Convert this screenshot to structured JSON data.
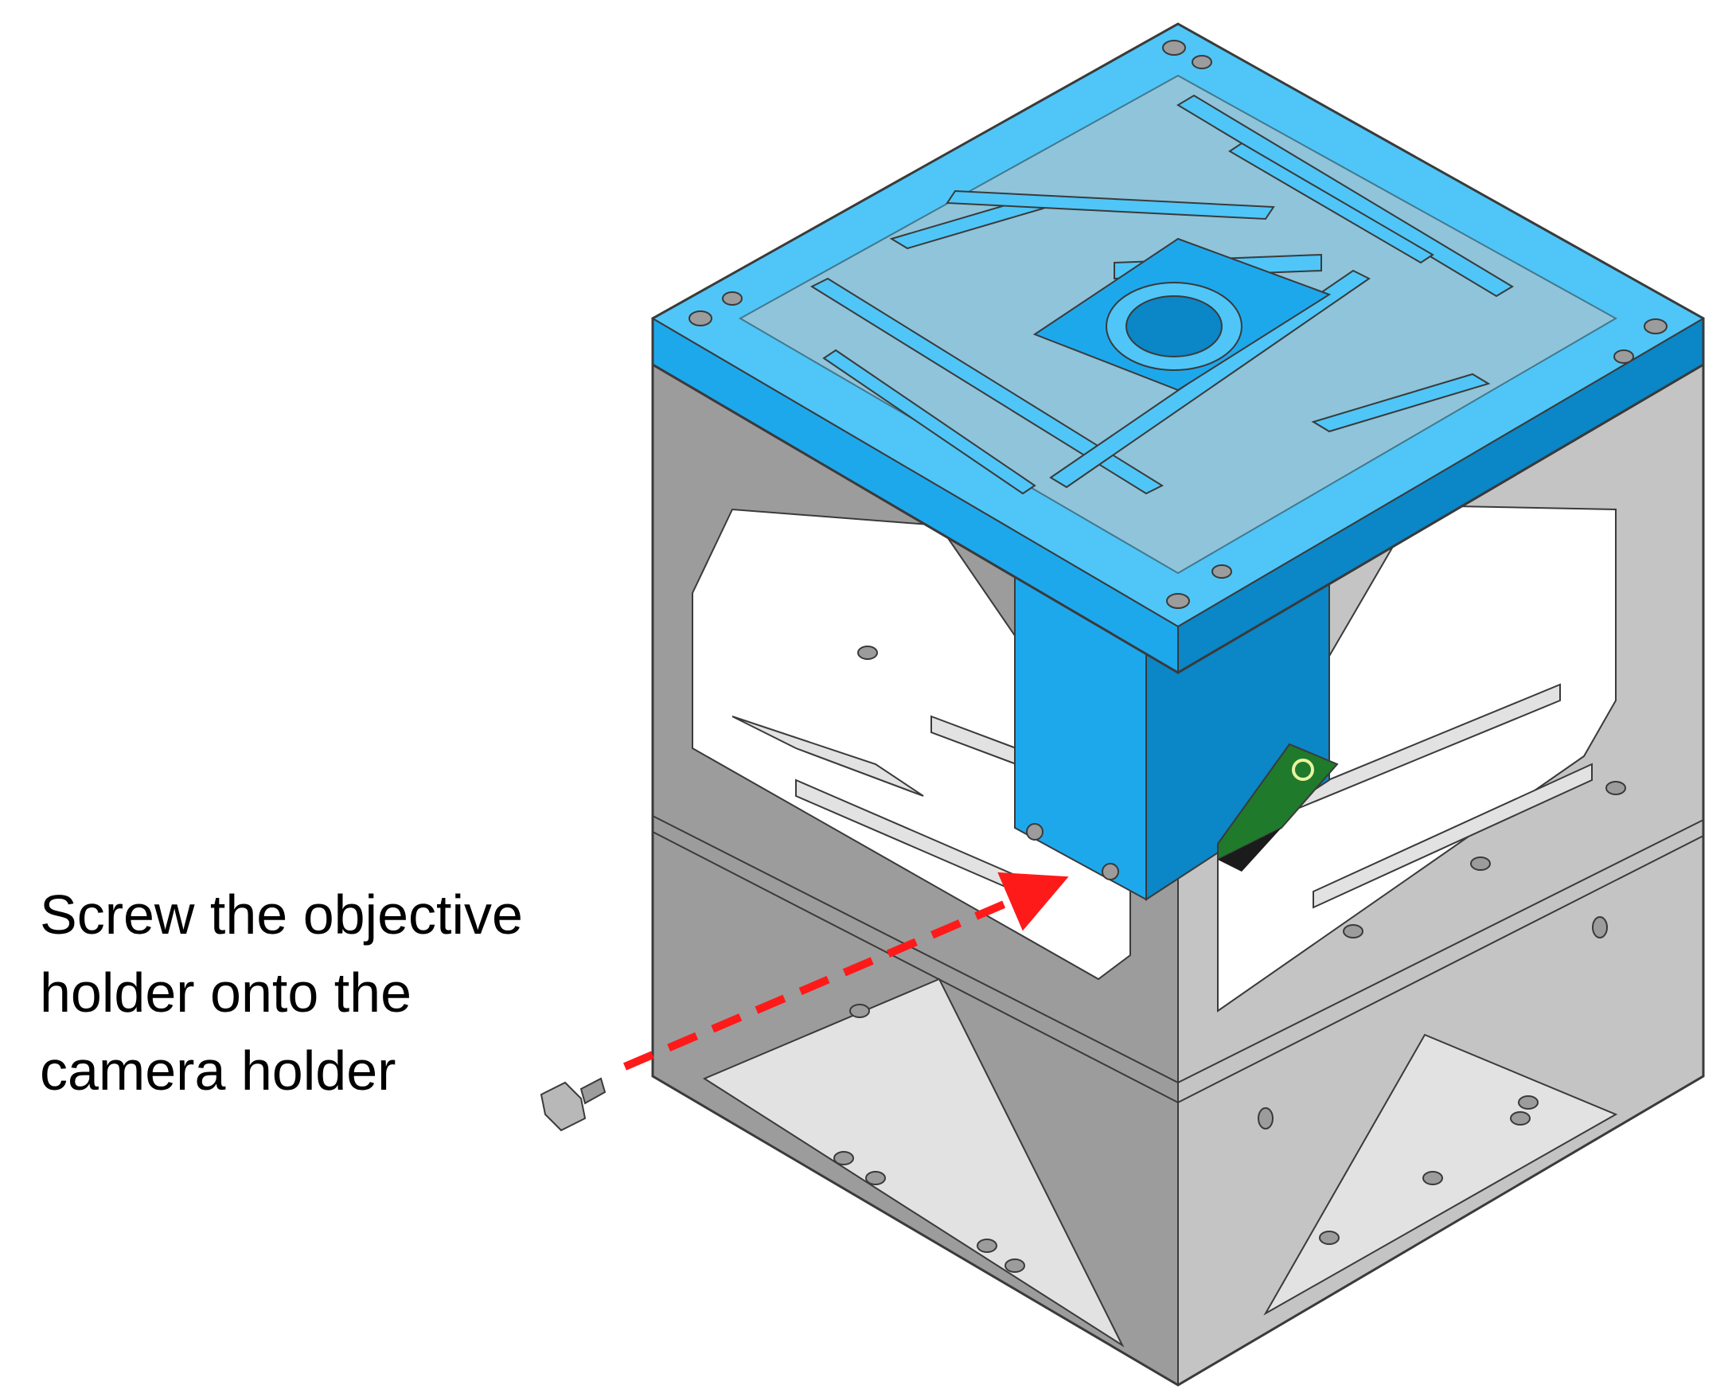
{
  "instruction": {
    "text": "Screw the objective\nholder onto the\ncamera holder"
  },
  "colors": {
    "frame": "#c4c4c4",
    "frame_light": "#e2e2e2",
    "frame_dark": "#9c9c9c",
    "outline": "#3a3a3a",
    "top_plate": "#1ea8ec",
    "top_plate_light": "#4fc6f7",
    "holder_shade": "#0b86c6",
    "pcb": "#1f7a2c",
    "arrow": "#ff1a1a",
    "screw": "#b8b8b8"
  },
  "parts": [
    "frame-cube",
    "top-plate",
    "objective-holder",
    "camera-pcb",
    "screw"
  ]
}
